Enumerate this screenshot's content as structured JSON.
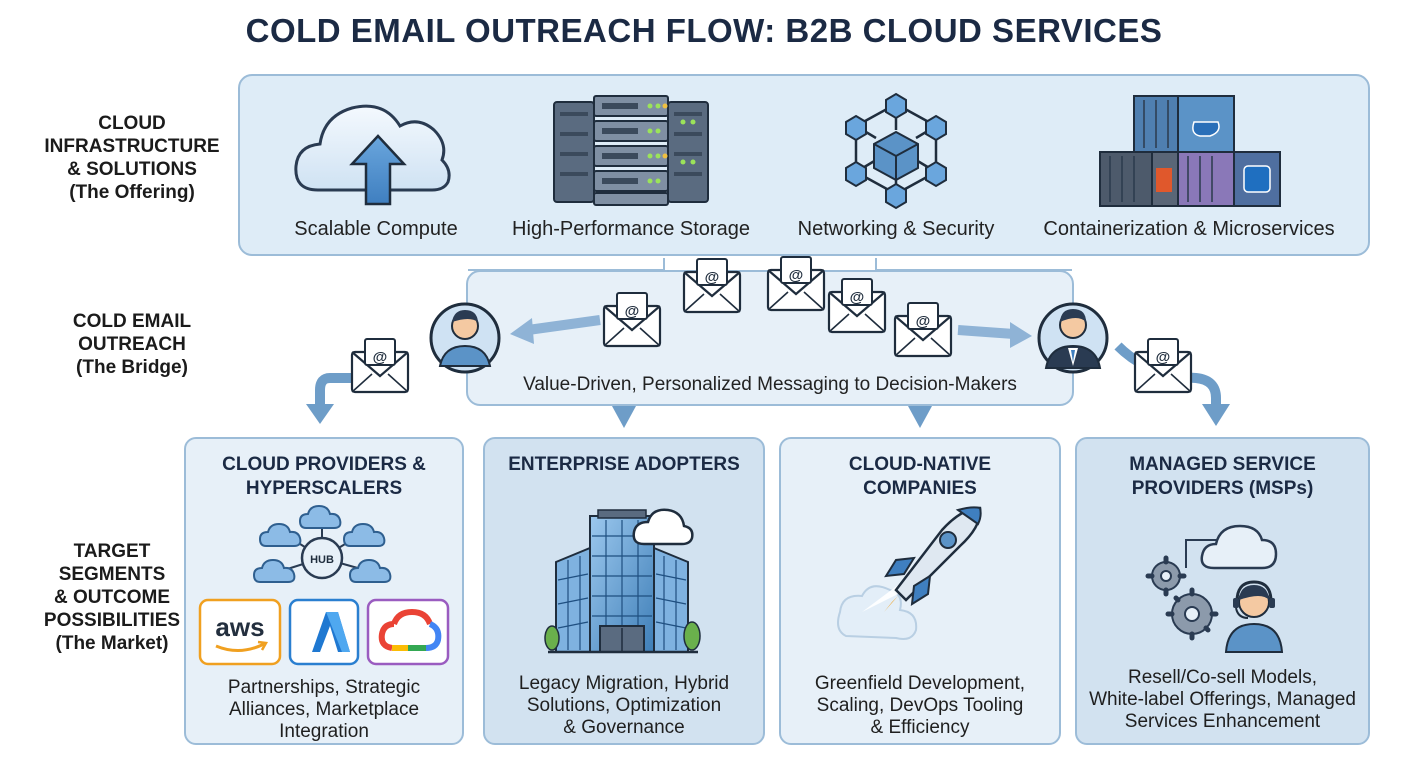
{
  "title": "COLD EMAIL OUTREACH FLOW: B2B CLOUD SERVICES",
  "rows": {
    "offering": [
      "CLOUD",
      "INFRASTRUCTURE",
      "& SOLUTIONS",
      "(The Offering)"
    ],
    "bridge": [
      "COLD EMAIL",
      "OUTREACH",
      "(The Bridge)"
    ],
    "market": [
      "TARGET",
      "SEGMENTS",
      "& OUTCOME",
      "POSSIBILITIES",
      "(The Market)"
    ]
  },
  "offerings": [
    {
      "label": "Scalable Compute",
      "icon": "cloud-upload-icon"
    },
    {
      "label": "High-Performance Storage",
      "icon": "server-rack-icon"
    },
    {
      "label": "Networking & Security",
      "icon": "network-cubes-icon"
    },
    {
      "label": "Containerization & Microservices",
      "icon": "containers-icon"
    }
  ],
  "bridge": {
    "message": "Value-Driven, Personalized Messaging to Decision-Makers",
    "email_glyph": "@"
  },
  "segments": [
    {
      "title": [
        "CLOUD PROVIDERS &",
        "HYPERSCALERS"
      ],
      "desc": [
        "Partnerships, Strategic",
        "Alliances, Marketplace",
        "Integration"
      ],
      "hub_label": "HUB",
      "aws_label": "aws"
    },
    {
      "title": [
        "ENTERPRISE ADOPTERS"
      ],
      "desc": [
        "Legacy Migration, Hybrid",
        "Solutions, Optimization",
        "& Governance"
      ]
    },
    {
      "title": [
        "CLOUD-NATIVE",
        "COMPANIES"
      ],
      "desc": [
        "Greenfield Development,",
        "Scaling, DevOps Tooling",
        "& Efficiency"
      ]
    },
    {
      "title": [
        "MANAGED SERVICE",
        "PROVIDERS (MSPs)"
      ],
      "desc": [
        "Resell/Co-sell Models,",
        "White-label Offerings, Managed",
        "Services Enhancement"
      ]
    }
  ],
  "colors": {
    "accent": "#5b93c7",
    "navy": "#1b2a44",
    "panel": "#deecf7",
    "border": "#9cbcd8"
  }
}
